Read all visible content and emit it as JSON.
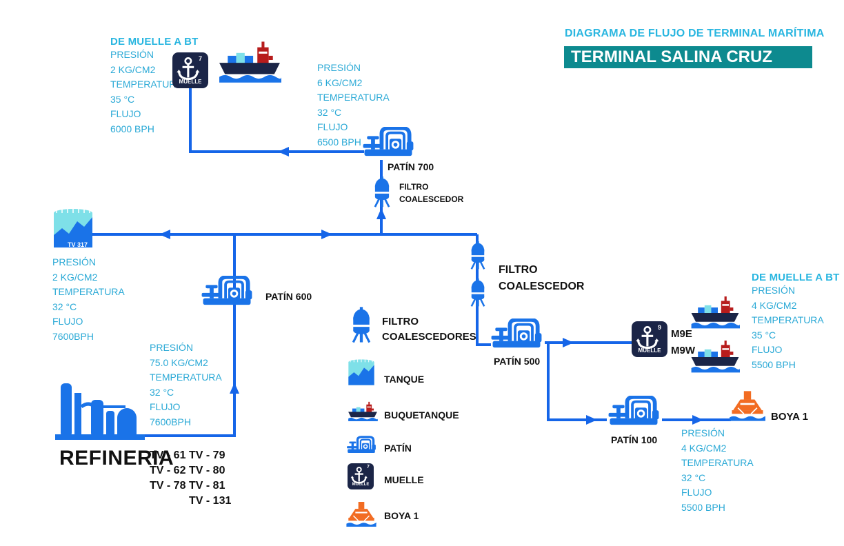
{
  "header": {
    "title": "DIAGRAMA DE FLUJO DE TERMINAL MARÍTIMA",
    "subtitle": "TERMINAL SALINA CRUZ"
  },
  "muelle7": {
    "heading": "DE MUELLE A BT",
    "lines": [
      "PRESIÓN",
      "2 KG/CM2",
      "TEMPERATURA",
      "35 °C",
      "FLUJO",
      "6000 BPH"
    ],
    "number": "7",
    "badge": "MUELLE"
  },
  "patin700": {
    "label": "PATÍN 700",
    "lines": [
      "PRESIÓN",
      "6 KG/CM2",
      "TEMPERATURA",
      "32 °C",
      "FLUJO",
      "6500 BPH"
    ]
  },
  "filtro_top": {
    "line1": "FILTRO",
    "line2": "COALESCEDOR"
  },
  "filtro_mid": {
    "line1": "FILTRO",
    "line2": "COALESCEDOR"
  },
  "tank": {
    "name": "TV 317",
    "lines": [
      "PRESIÓN",
      "2 KG/CM2",
      "TEMPERATURA",
      "32 °C",
      "FLUJO",
      "7600BPH"
    ]
  },
  "patin600": {
    "label": "PATÍN 600"
  },
  "refinery": {
    "label": "REFINERIA",
    "lines": [
      "PRESIÓN",
      "75.0 KG/CM2",
      "TEMPERATURA",
      "32 °C",
      "FLUJO",
      "7600BPH"
    ],
    "tv_col1": [
      "TV - 61",
      "TV - 62",
      "TV - 78"
    ],
    "tv_col2": [
      "TV - 79",
      "TV - 80",
      "TV - 81",
      "TV - 131"
    ]
  },
  "legend": {
    "items": [
      {
        "label1": "FILTRO",
        "label2": "COALESCEDORES",
        "icon": "filter-icon"
      },
      {
        "label1": "TANQUE",
        "icon": "tank-icon"
      },
      {
        "label1": "BUQUETANQUE",
        "icon": "ship-icon"
      },
      {
        "label1": "PATÍN",
        "icon": "skid-icon"
      },
      {
        "label1": "MUELLE",
        "icon": "anchor-icon",
        "number": "7",
        "badge": "MUELLE"
      },
      {
        "label1": "BOYA 1",
        "icon": "buoy-icon"
      }
    ]
  },
  "patin500": {
    "label": "PATÍN 500"
  },
  "muelle9": {
    "number": "9",
    "badge": "MUELLE",
    "m9e": "M9E",
    "m9w": "M9W",
    "heading": "DE MUELLE A BT",
    "lines": [
      "PRESIÓN",
      "4 KG/CM2",
      "TEMPERATURA",
      "35 °C",
      "FLUJO",
      "5500 BPH"
    ]
  },
  "patin100": {
    "label": "PATÍN 100",
    "lines": [
      "PRESIÓN",
      "4 KG/CM2",
      "TEMPERATURA",
      "32 °C",
      "FLUJO",
      "5500 BPH"
    ]
  },
  "boya": {
    "label": "BOYA 1"
  },
  "colors": {
    "pipe": "#1565e8",
    "icon_blue": "#1a73e8",
    "navy": "#1b2547",
    "cyan_text": "#2aa9d6",
    "teal_bar": "#0d8a8f",
    "ship_red": "#b71c1c",
    "buoy_orange": "#f26c22",
    "tank_cyan": "#7ee0e8"
  }
}
